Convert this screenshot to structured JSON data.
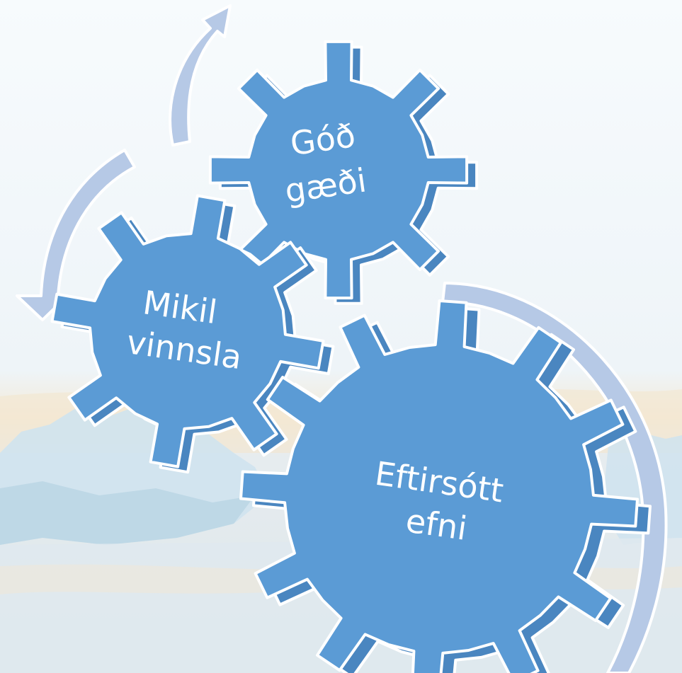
{
  "colors": {
    "gear_face": "#5b9bd5",
    "gear_side": "#4a86c0",
    "gear_edge": "#ffffff",
    "arrow_fill": "#b6c9e6",
    "sky_top": "#f7fbfd",
    "water": "#dfe9ef",
    "ice": "#cfe3ee"
  },
  "diagram": {
    "gears": [
      {
        "id": "good-quality",
        "lines": [
          "Góð",
          "gæði"
        ],
        "teeth": 8
      },
      {
        "id": "high-processing",
        "lines": [
          "Mikil",
          "vinnsla"
        ],
        "teeth": 8
      },
      {
        "id": "sought-after-material",
        "lines": [
          "Eftirsótt",
          "efni"
        ],
        "teeth": 12
      }
    ],
    "arrows": [
      {
        "id": "top-arrow",
        "icon": "curved-arrow-up-icon"
      },
      {
        "id": "left-arrow",
        "icon": "curved-arrow-down-icon"
      },
      {
        "id": "right-arc",
        "icon": "curved-arrow-arc-icon"
      }
    ]
  }
}
